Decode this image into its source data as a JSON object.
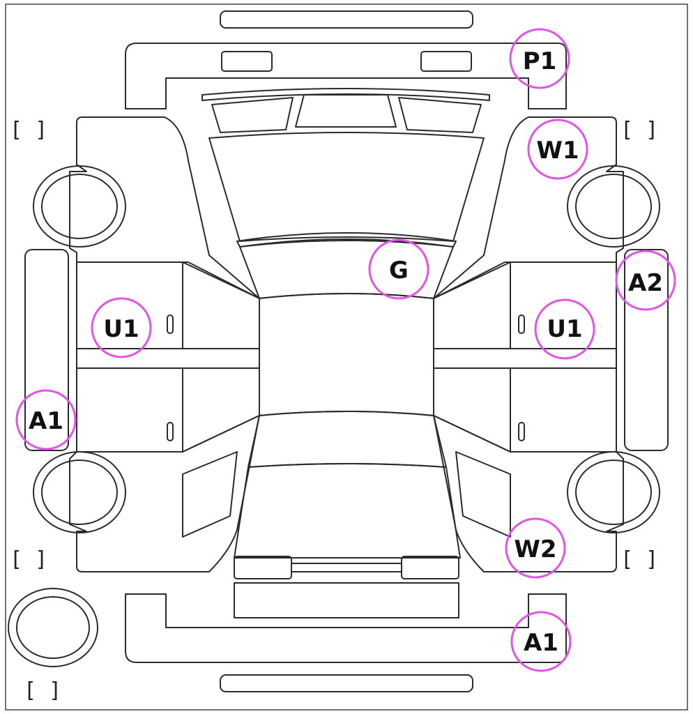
{
  "diagram": {
    "mark_color": "#e055e8",
    "line_color": "#2a2a2a",
    "background": "#ffffff",
    "brackets": [
      {
        "id": "bracket-front-left",
        "text": "[    ]"
      },
      {
        "id": "bracket-front-right",
        "text": "[    ]"
      },
      {
        "id": "bracket-rear-left",
        "text": "[    ]"
      },
      {
        "id": "bracket-rear-right",
        "text": "[    ]"
      },
      {
        "id": "bracket-spare",
        "text": "[    ]"
      }
    ],
    "marks": [
      {
        "id": "mark-front-bumper",
        "code": "P1"
      },
      {
        "id": "mark-front-right-fender",
        "code": "W1"
      },
      {
        "id": "mark-roof",
        "code": "G"
      },
      {
        "id": "mark-right-rocker",
        "code": "A2"
      },
      {
        "id": "mark-left-doors",
        "code": "U1"
      },
      {
        "id": "mark-right-doors",
        "code": "U1"
      },
      {
        "id": "mark-left-rocker",
        "code": "A1"
      },
      {
        "id": "mark-rear-right-quarter",
        "code": "W2"
      },
      {
        "id": "mark-rear-bumper",
        "code": "A1"
      }
    ]
  }
}
